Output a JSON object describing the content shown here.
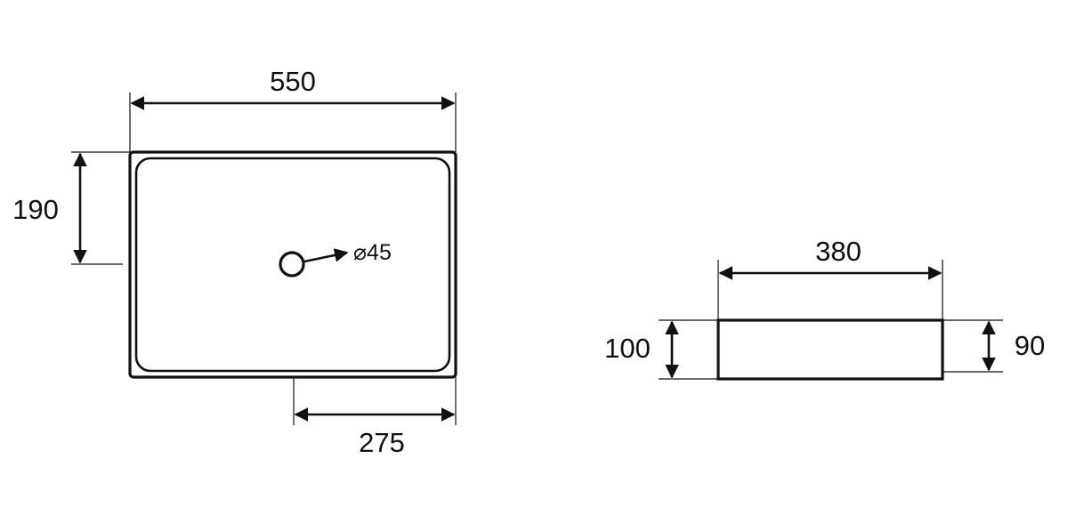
{
  "top_view": {
    "length_label": "550",
    "width_label": "190",
    "drain_offset_label": "275",
    "drain_diameter_label": "⌀45"
  },
  "side_view": {
    "width_label": "380",
    "outer_height_label": "100",
    "inner_depth_label": "90"
  }
}
